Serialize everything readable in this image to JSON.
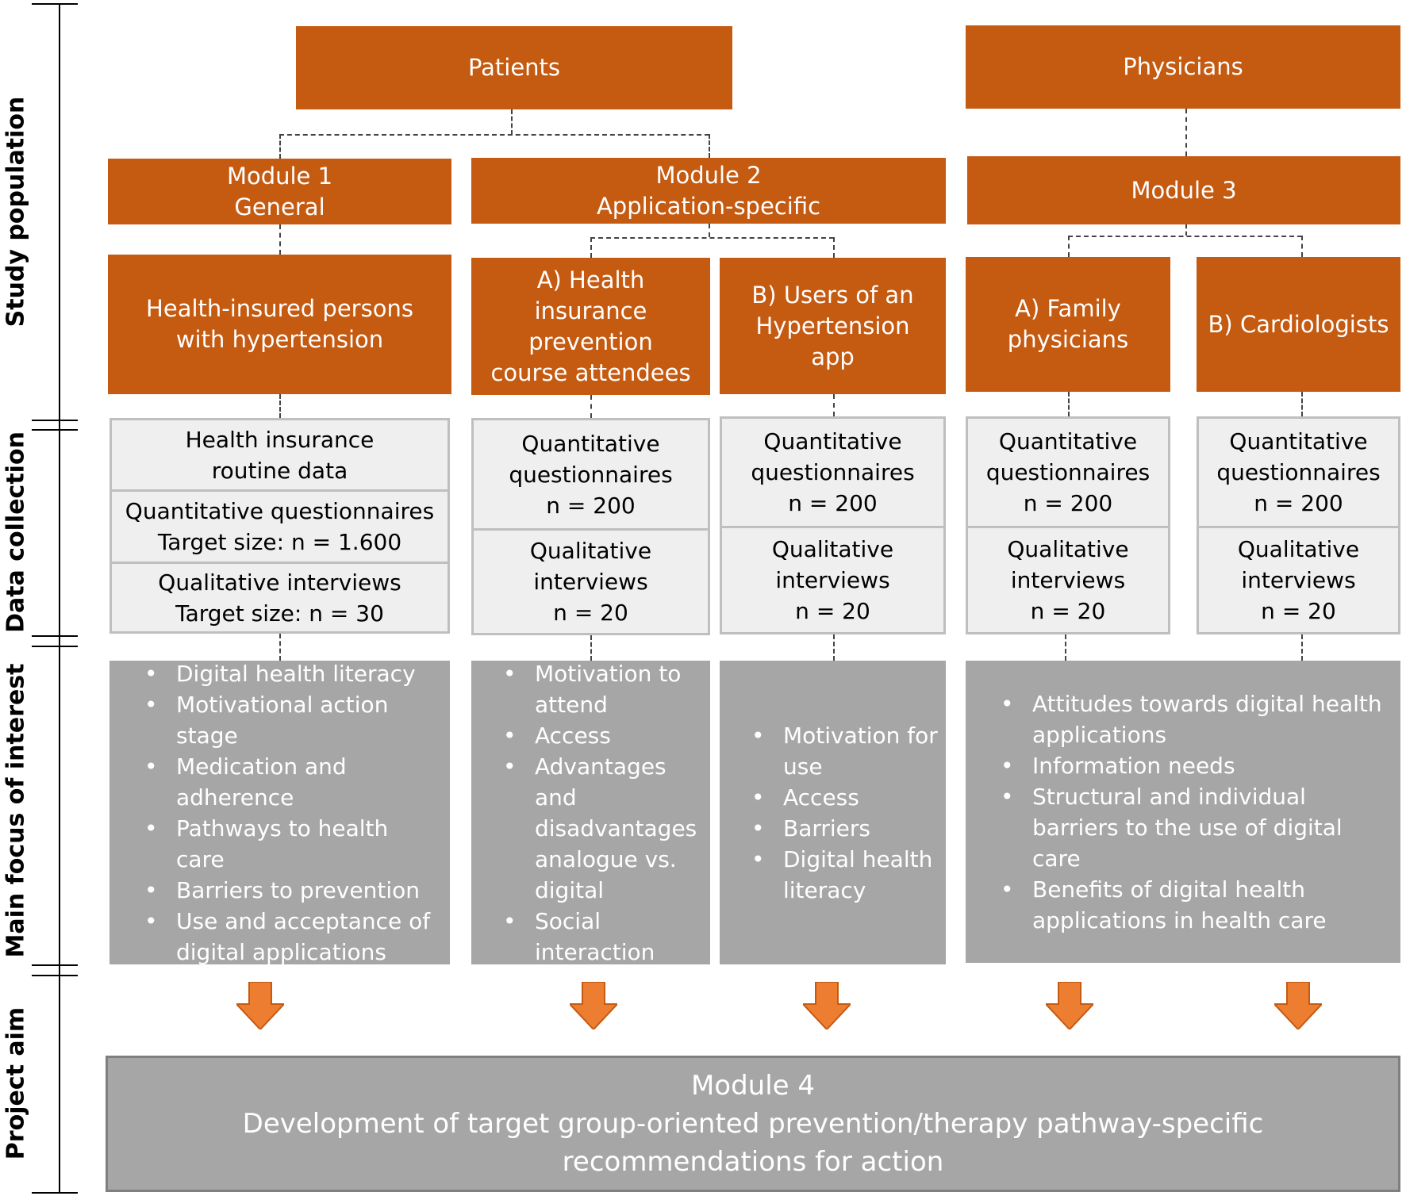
{
  "side_labels": {
    "study_population": "Study population",
    "data_collection": "Data collection",
    "main_focus": "Main focus of interest",
    "project_aim": "Project aim"
  },
  "top": {
    "patients": "Patients",
    "physicians": "Physicians"
  },
  "modules": {
    "m1_line1": "Module 1",
    "m1_line2": "General",
    "m2_line1": "Module 2",
    "m2_line2": "Application-specific",
    "m3": "Module 3"
  },
  "groups": {
    "g1": "Health-insured persons with hypertension",
    "g2": "A) Health insurance prevention course attendees",
    "g3": "B) Users of an Hypertension app",
    "g4": "A) Family physicians",
    "g5": "B) Cardiologists"
  },
  "data_collection": {
    "col1": {
      "routine": "Health insurance routine data",
      "quant_line1": "Quantitative questionnaires",
      "quant_line2": "Target size: n = 1.600",
      "qual_line1": "Qualitative interviews",
      "qual_line2": "Target size: n = 30"
    },
    "col2": {
      "quant_line1": "Quantitative questionnaires",
      "quant_line2": "n = 200",
      "qual_line1": "Qualitative interviews",
      "qual_line2": "n = 20"
    },
    "col3": {
      "quant_line1": "Quantitative questionnaires",
      "quant_line2": "n = 200",
      "qual_line1": "Qualitative interviews",
      "qual_line2": "n = 20"
    },
    "col4": {
      "quant_line1": "Quantitative questionnaires",
      "quant_line2": "n = 200",
      "qual_line1": "Qualitative interviews",
      "qual_line2": "n = 20"
    },
    "col5": {
      "quant_line1": "Quantitative questionnaires",
      "quant_line2": "n = 200",
      "qual_line1": "Qualitative interviews",
      "qual_line2": "n = 20"
    }
  },
  "focus": {
    "col1": [
      "Digital health literacy",
      "Motivational action stage",
      "Medication and adherence",
      "Pathways to health care",
      "Barriers to prevention",
      "Use and acceptance of digital applications"
    ],
    "col2": [
      "Motivation to attend",
      "Access",
      "Advantages and disadvantages analogue vs. digital",
      "Social interaction"
    ],
    "col3": [
      "Motivation for use",
      "Access",
      "Barriers",
      "Digital health literacy"
    ],
    "col4": [
      "Attitudes towards digital health applications",
      "Information needs",
      "Structural and individual barriers to the use of digital care",
      "Benefits of digital health applications in health care"
    ]
  },
  "aim": {
    "line1": "Module 4",
    "line2": "Development of target group-oriented prevention/therapy pathway-specific recommendations for action"
  },
  "colors": {
    "orange": "#c55a11",
    "light_gray": "#efefef",
    "dark_gray": "#a6a6a6",
    "arrow": "#ed7d31"
  }
}
